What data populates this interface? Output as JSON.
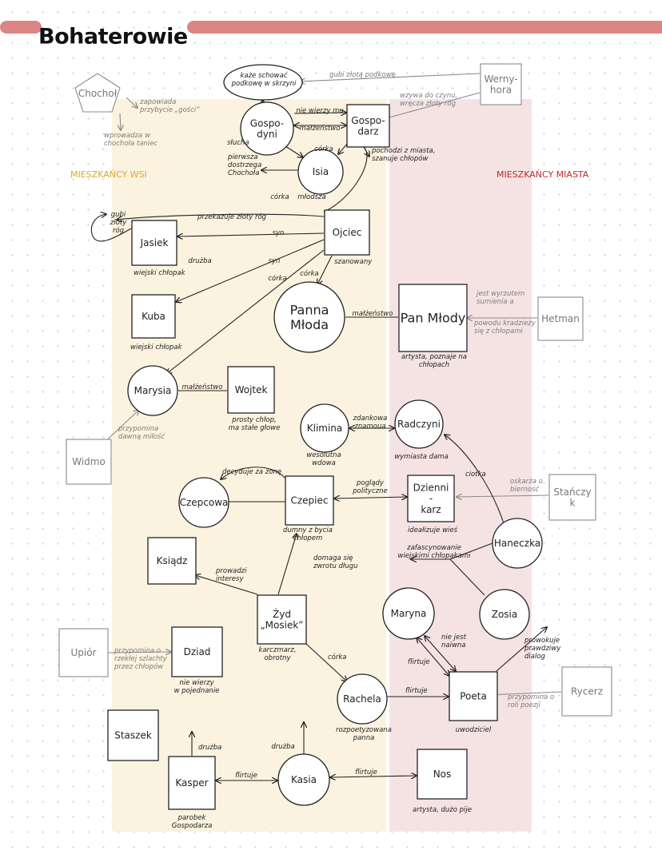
{
  "title": "Bohaterowie",
  "colors": {
    "title_bar": "#dc8585",
    "village_zone": "#fbf3df",
    "city_zone": "#f5e3e3",
    "village_label": "#d9a92a",
    "city_label": "#c1272d"
  },
  "regions": {
    "village": "MIESZKAŃCY WSI",
    "city": "MIESZKAŃCY MIASTA"
  },
  "nodes": {
    "chochol": "Chochoł",
    "wernyhora": "Werny-|hora",
    "gospodyni": "Gospo-|dyni",
    "gospodarz": "Gospo-|darz",
    "isia": "Isia",
    "jasiek": "Jasiek",
    "ojciec": "Ojciec",
    "kuba": "Kuba",
    "panna_mloda": "Panna|Młoda",
    "pan_mlody": "Pan Młody",
    "hetman": "Hetman",
    "marysia": "Marysia",
    "wojtek": "Wojtek",
    "widmo": "Widmo",
    "klimina": "Klimina",
    "radczyni": "Radczyni",
    "czepcowa": "Czepcowa",
    "czepiec": "Czepiec",
    "dziennikarz": "Dzienni|-|karz",
    "stanczyk": "Stańczy|k",
    "ksiadz": "Ksiądz",
    "haneczka": "Haneczka",
    "zyd": "Żyd|„Mosiek”",
    "maryna": "Maryna",
    "zosia": "Zosia",
    "upior": "Upiór",
    "dziad": "Dziad",
    "rachela": "Rachela",
    "poeta": "Poeta",
    "rycerz": "Rycerz",
    "staszek": "Staszek",
    "kasper": "Kasper",
    "kasia": "Kasia",
    "nos": "Nos"
  },
  "notes": {
    "chochol_1": "zapowiada|przybycie „gości”",
    "chochol_2": "wprowadza w|chochoła taniec",
    "wernyhora_1": "gubi złotą podkowę",
    "wernyhora_2": "wzywa do czynu,|wręcza złoty róg",
    "podkowa": "każe schować|podkowę w skrzyni",
    "nie_wierzy": "nie wierzy mu",
    "malzenstwo_1": "małżeństwo",
    "slucha": "słucha",
    "corka_isia": "córka",
    "gospodarz_note": "pochodzi z miasta,|szanuje chłopów",
    "isia_note": "pierwsza|dostrzega|Chochoła",
    "corka_ojciec": "córka",
    "mlodsza": "młodsza",
    "jasiek_rog": "gubi|złoty|róg",
    "przekazuje": "przekazuje złoty róg",
    "syn_jasiek": "syn",
    "druzba_1": "drużba",
    "jasiek_note": "wiejski chłopak",
    "syn_kuba": "syn",
    "corka_pm": "córka",
    "corka_2": "córka",
    "ojciec_note": "szanowany",
    "kuba_note": "wiejski chłopak",
    "malzenstwo_2": "małżeństwo",
    "pan_mlody_note": "artysta, poznaje na|chłopach",
    "hetman_1": "jest wyrzutem|sumienia a",
    "hetman_2": "powodu kradzieży|się z chłopami",
    "malzenstwo_3": "małżeństwo",
    "wojtek_note": "prosty chłop,|ma stałe głowe",
    "widmo_note": "przypomina|dawną miłość",
    "klimina_edge": "zdankowa|znamoua",
    "klimina_note": "wesolutna|wdowa",
    "radczyni_note": "wymiasta dama",
    "ciotka": "ciotka",
    "decyduje": "decyduje za żonę",
    "poglady": "poglądy|polityczne",
    "stanczyk_note": "oskarża o|bierność",
    "dziennikarz_note": "ideałizuje wieś",
    "czepiec_note": "dumny z bycia|chłopem",
    "zafascynowanie": "zafascynowanie|wiejskimi chłopakami",
    "domaga": "domaga się|zwrotu długu",
    "prowadzi": "prowadzi|interesy",
    "zyd_note": "karczmarz,|obrotny",
    "corka_rachela": "córka",
    "nie_jest": "nie jest|naiwna",
    "flirtuje_1": "flirtuje",
    "flirtuje_2": "flirtuje",
    "upior_note": "przypomina o|rzekłej szlachty|przez chłopów",
    "dziad_note": "nie wierzy|w pojednanie",
    "prowokuje": "prowokuje|prawdziwy|dialog",
    "rycerz_note": "przypomina o|roli poezji",
    "rachela_note": "rozpoetyzowana|panna",
    "poeta_note": "uwodziciel",
    "druzba_kasper": "drużba",
    "druzba_kasia": "drużba",
    "flirtuje_3": "flirtuje",
    "flirtuje_4": "flirtuje",
    "kasper_note": "parobek|Gospodarza",
    "nos_note": "artysta, dużo pije"
  }
}
